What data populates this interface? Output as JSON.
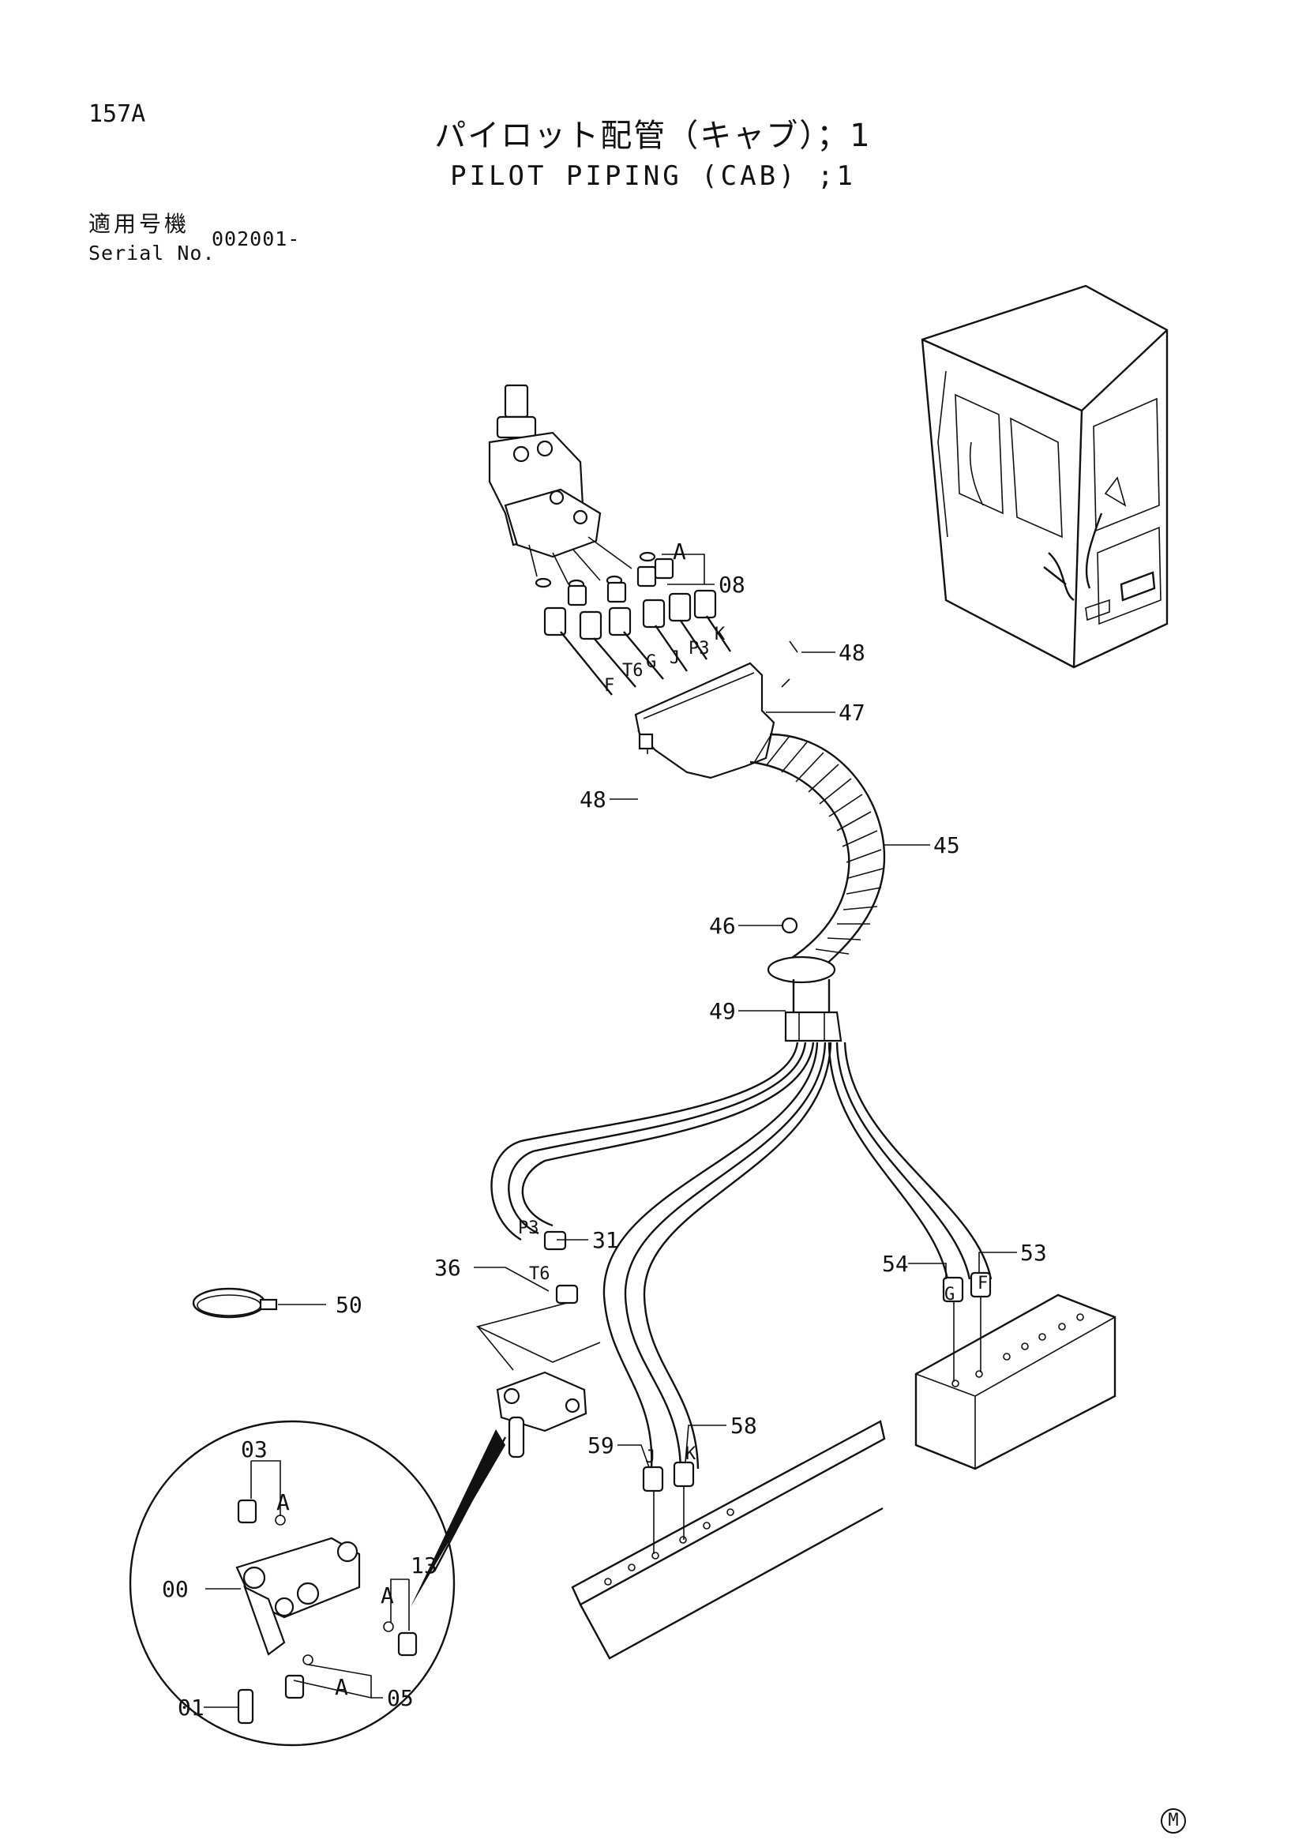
{
  "header": {
    "page_number": "157A",
    "title_jp": "パイロット配管（キャブ）；1",
    "title_en": "PILOT PIPING (CAB) ;1",
    "serial_label_jp": "適用号機",
    "serial_label_en": "Serial No.",
    "serial_value": "002001-"
  },
  "callouts": {
    "p08": "08",
    "p48a": "48",
    "p47": "47",
    "p48b": "48",
    "p45": "45",
    "p46": "46",
    "p49": "49",
    "p31": "31",
    "p36": "36",
    "p50": "50",
    "p54": "54",
    "p53": "53",
    "p59": "59",
    "p58": "58",
    "p03": "03",
    "p00": "00",
    "p13": "13",
    "p01": "01",
    "p05": "05"
  },
  "port_labels": {
    "a_top": "A",
    "k": "K",
    "p3": "P3",
    "j": "J",
    "g": "G",
    "t6": "T6",
    "f": "F",
    "p3_lower": "P3",
    "t6_lower": "T6",
    "g_right": "G",
    "f_right": "F",
    "j_lower": "J",
    "k_lower": "K",
    "a_detail_1": "A",
    "a_detail_2": "A",
    "a_detail_3": "A"
  },
  "footer": {
    "maker_mark": "M"
  }
}
